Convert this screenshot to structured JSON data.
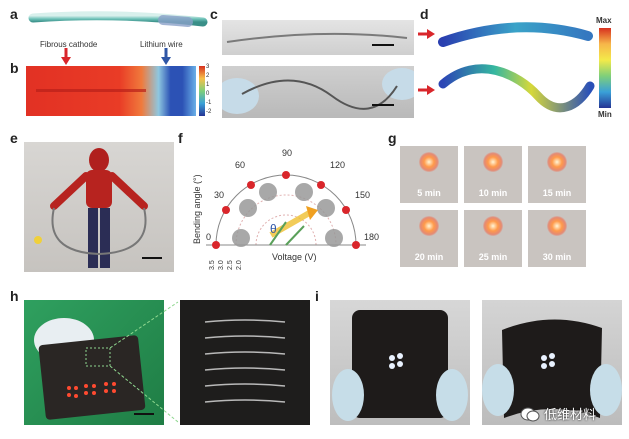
{
  "panels": {
    "a": "a",
    "b": "b",
    "c": "c",
    "d": "d",
    "e": "e",
    "f": "f",
    "g": "g",
    "h": "h",
    "i": "i"
  },
  "panel_a": {
    "fibrous_cathode": "Fibrous cathode",
    "lithium_wire": "Lithium wire"
  },
  "panel_b": {
    "colorbar_ticks": [
      "3",
      "2",
      "1",
      "0",
      "-1",
      "-2"
    ]
  },
  "panel_d": {
    "max_label": "Max",
    "min_label": "Min"
  },
  "panel_f": {
    "angle_ticks": [
      "0",
      "30",
      "60",
      "90",
      "120",
      "150",
      "180"
    ],
    "ylabel": "Bending angle (°)",
    "xlabel": "Voltage (V)",
    "theta": "θ",
    "voltage_ticks": [
      "3.5",
      "3.0",
      "2.5",
      "2.0"
    ]
  },
  "panel_g": {
    "times": [
      "5 min",
      "10 min",
      "15 min",
      "20 min",
      "25 min",
      "30 min"
    ]
  },
  "watermark": {
    "text": "低维材料"
  },
  "colors": {
    "label_red": "#d9262b",
    "label_blue": "#2f56a6",
    "sim_red": "#e8382a",
    "sim_blue": "#2c52b5",
    "green_bg": "#2c9a5a"
  }
}
